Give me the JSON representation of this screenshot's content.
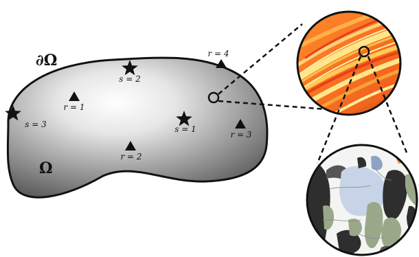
{
  "domain_labels": {
    "boundary": "∂Ω",
    "domain": "Ω"
  },
  "sources": [
    {
      "text": "s = 2",
      "marker": "star-icon"
    },
    {
      "text": "s = 3",
      "marker": "star-icon"
    },
    {
      "text": "s = 1",
      "marker": "star-icon"
    }
  ],
  "receivers": [
    {
      "text": "r = 4",
      "marker": "triangle-icon"
    },
    {
      "text": "r = 1",
      "marker": "triangle-icon"
    },
    {
      "text": "r = 3",
      "marker": "triangle-icon"
    },
    {
      "text": "r = 2",
      "marker": "triangle-icon"
    }
  ],
  "colors": {
    "outline": "#111111",
    "domain_light": "#ffffff",
    "domain_dark": "#5a5a5a",
    "zoom1_orange": "#ff7a1a",
    "zoom1_red": "#e8401a",
    "zoom1_yellow": "#ffe68a",
    "zoom2_blue": "#c7d3e6",
    "zoom2_green": "#9aa88a",
    "zoom2_dark": "#2e2e2e"
  }
}
